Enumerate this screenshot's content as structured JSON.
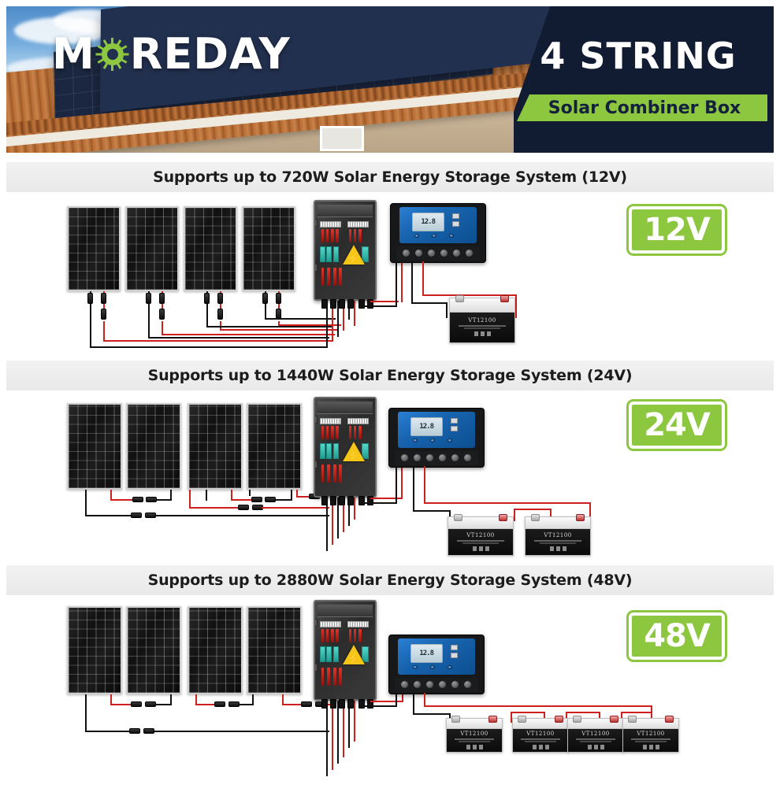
{
  "brand": {
    "logo_text_left": "M",
    "logo_text_right": "REDAY",
    "logo_full": "MOREDAY"
  },
  "hero": {
    "title": "4 STRING",
    "subtitle": "Solar Combiner Box",
    "accent_color": "#8dc63f",
    "panel_color": "#111c32"
  },
  "sections": [
    {
      "id": "sec-12v",
      "header": "Supports up to 720W Solar Energy Storage System (12V)",
      "badge": "12V",
      "wattage": "720W",
      "voltage": "12V",
      "panel_count": 4,
      "battery_count": 1,
      "battery_model": "VT12100",
      "controller_display": "12.8",
      "wiring": "parallel"
    },
    {
      "id": "sec-24v",
      "header": "Supports up to 1440W Solar Energy Storage System (24V)",
      "badge": "24V",
      "wattage": "1440W",
      "voltage": "24V",
      "panel_count": 4,
      "battery_count": 2,
      "battery_model": "VT12100",
      "controller_display": "12.8",
      "wiring": "2 series x 2 parallel"
    },
    {
      "id": "sec-48v",
      "header": "Supports up to 2880W Solar Energy Storage System (48V)",
      "badge": "48V",
      "wattage": "2880W",
      "voltage": "48V",
      "panel_count": 4,
      "battery_count": 4,
      "battery_model": "VT12100",
      "controller_display": "12.8",
      "wiring": "4 series"
    }
  ],
  "colors": {
    "green": "#8dc63f",
    "dark_navy": "#111c32",
    "header_grey": "#efefef",
    "wire_red": "#cf2020",
    "wire_black": "#111111",
    "warning_yellow": "#f5c518",
    "breaker_teal": "#2fb8ac"
  },
  "icons": {
    "warning": "⚡",
    "sun": "sun-icon"
  }
}
